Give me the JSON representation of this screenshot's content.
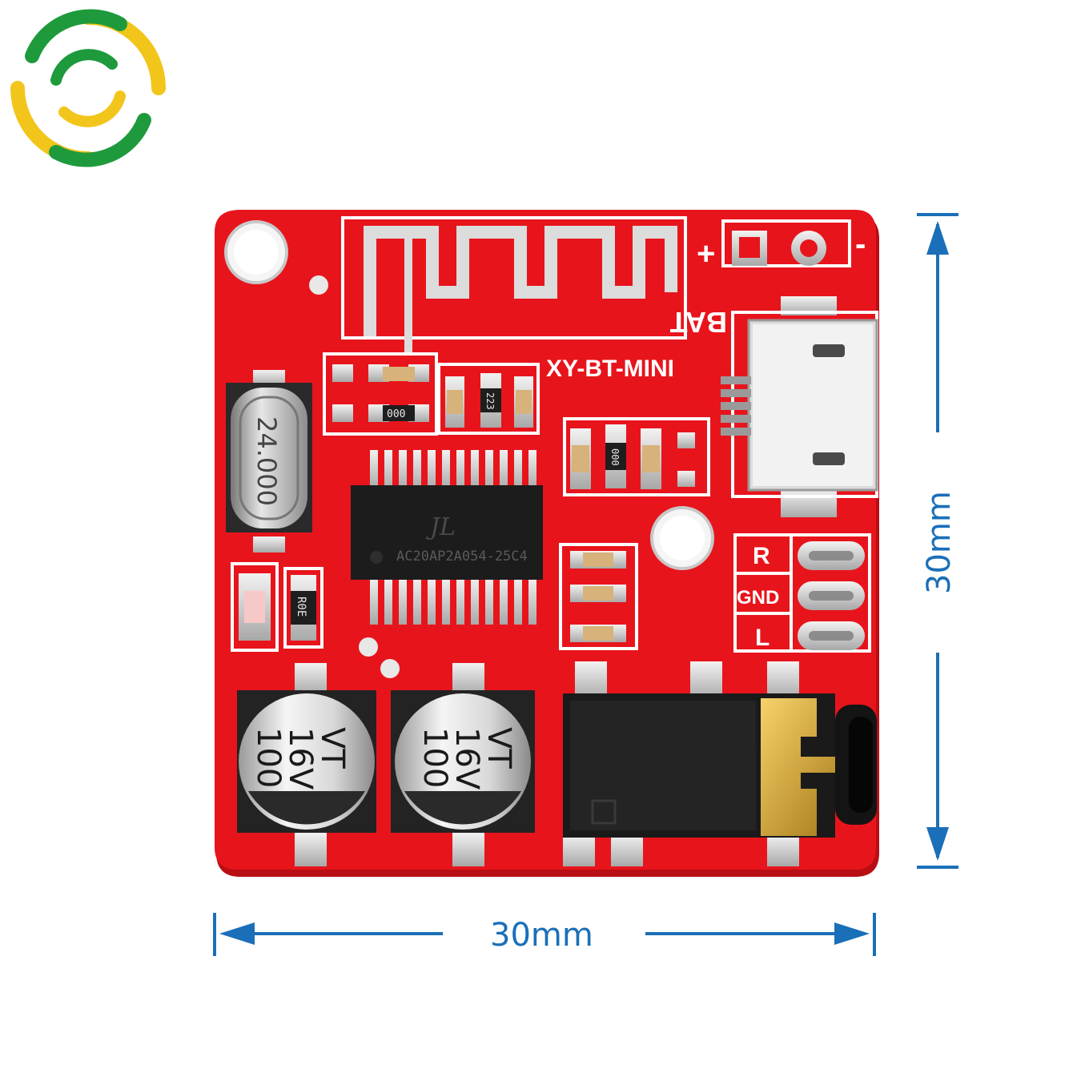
{
  "board": {
    "name_silk": "XY-BT-MINI",
    "battery_label": "BAT",
    "plus_label": "+",
    "minus_label": "-",
    "pin_r": "R",
    "pin_gnd": "GND",
    "pin_l": "L",
    "crystal_label": "24.000",
    "chip_logo": "JL",
    "chip_marking": "AC20AP2A054-25C4",
    "resistor_1": "000",
    "resistor_2": "223",
    "resistor_3": "000",
    "resistor_4": "R0E",
    "cap1": {
      "line1": "100",
      "line2": "16V",
      "line3": "VT"
    },
    "cap2": {
      "line1": "100",
      "line2": "16V",
      "line3": "VT"
    }
  },
  "dimensions": {
    "width_label": "30mm",
    "height_label": "30mm"
  },
  "colors": {
    "pcb": "#e8141c",
    "dimension": "#1a6fb8",
    "logo_yellow": "#f2c51b",
    "logo_green": "#1e9a3c"
  }
}
